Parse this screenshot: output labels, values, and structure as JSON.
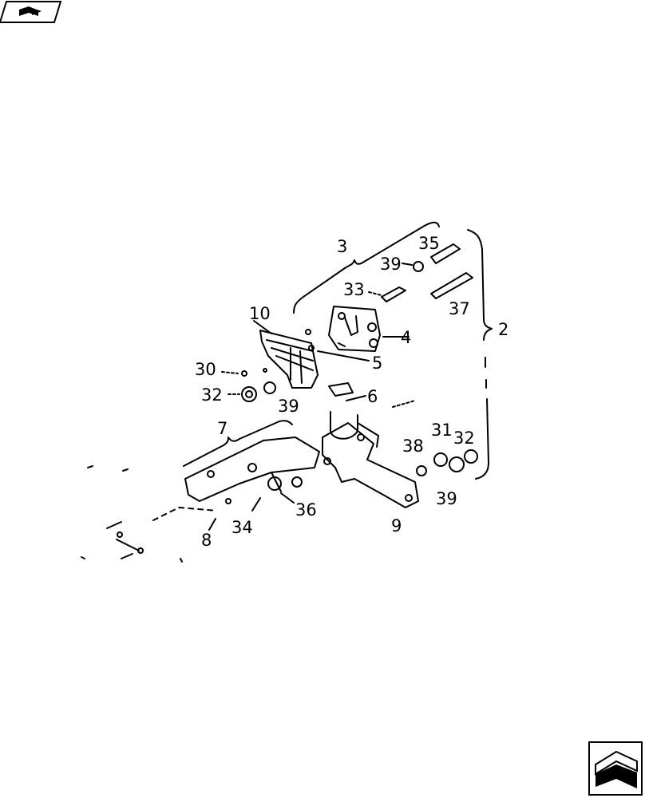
{
  "icons": {
    "top_left": "book-arrow-icon",
    "bottom_right": "next-page-arrow-icon"
  },
  "labels": {
    "l2": "2",
    "l3": "3",
    "l4": "4",
    "l5": "5",
    "l6": "6",
    "l7": "7",
    "l8": "8",
    "l9": "9",
    "l10": "10",
    "l30": "30",
    "l31": "31",
    "l32a": "32",
    "l32b": "32",
    "l33": "33",
    "l34": "34",
    "l35": "35",
    "l36": "36",
    "l37": "37",
    "l38": "38",
    "l39a": "39",
    "l39b": "39",
    "l39c": "39"
  }
}
